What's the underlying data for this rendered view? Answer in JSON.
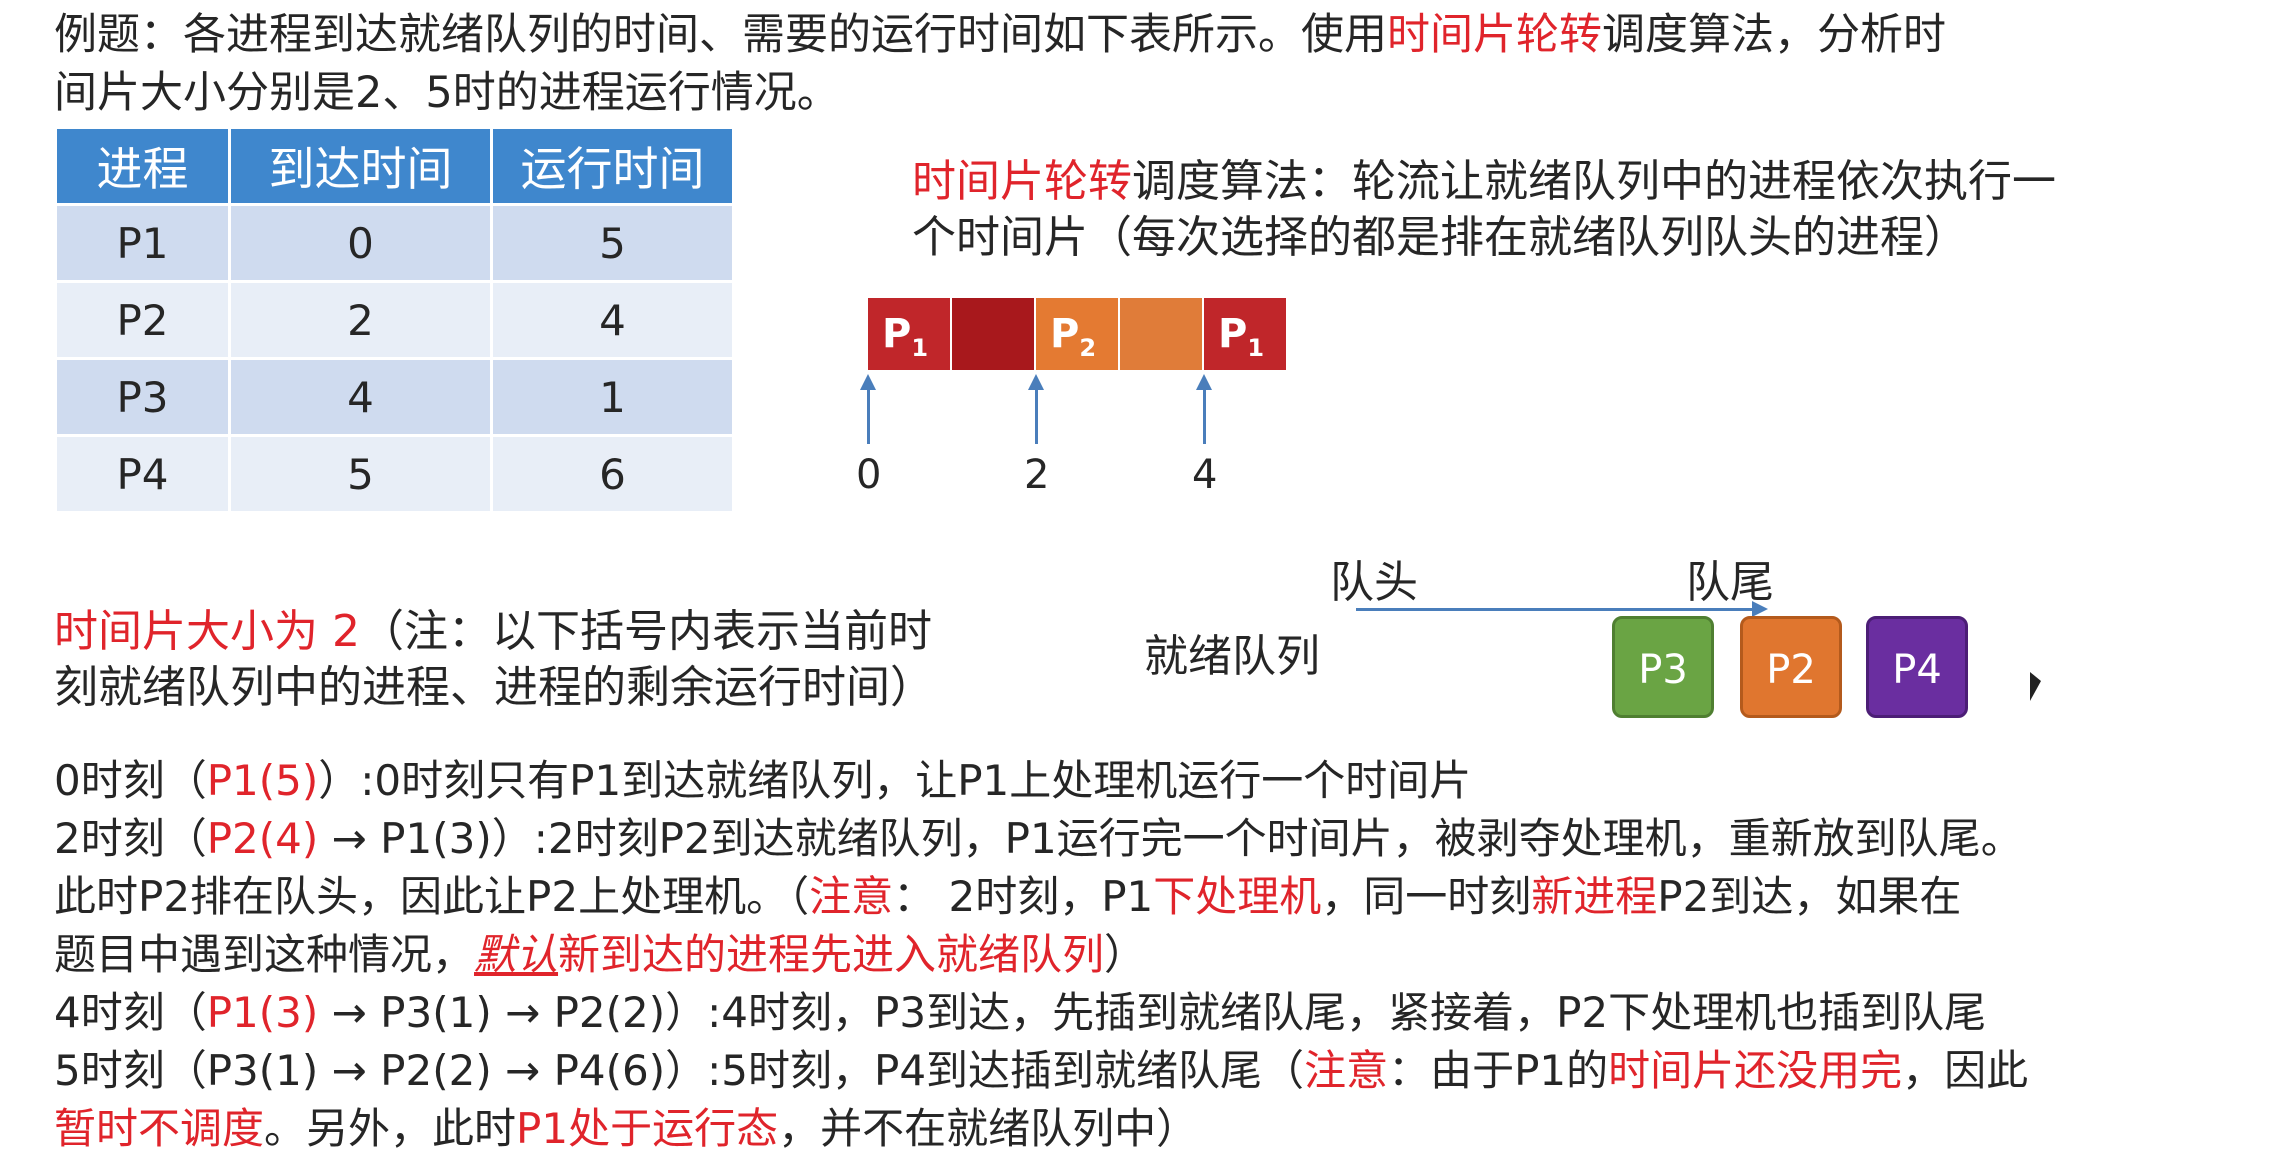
{
  "intro": {
    "l1_a": "例题：各进程到达就绪队列的时间、需要的运行时间如下表所示。使用",
    "l1_red": "时间片轮转",
    "l1_b": "调度算法，分析时",
    "l2": "间片大小分别是2、5时的进程运行情况。"
  },
  "table": {
    "headers": [
      "进程",
      "到达时间",
      "运行时间"
    ],
    "rows": [
      [
        "P1",
        "0",
        "5"
      ],
      [
        "P2",
        "2",
        "4"
      ],
      [
        "P3",
        "4",
        "1"
      ],
      [
        "P4",
        "5",
        "6"
      ]
    ]
  },
  "description": {
    "red": "时间片轮转",
    "l1_rest": "调度算法：轮流让就绪队列中的进程依次执行一",
    "l2": "个时间片（每次选择的都是排在就绪队列队头的进程）"
  },
  "gantt": {
    "segments": [
      {
        "label": "P",
        "sub": "1",
        "start": 0,
        "end": 1,
        "color": "#c0262a"
      },
      {
        "label": "",
        "sub": "",
        "start": 1,
        "end": 2,
        "color": "#a8181c"
      },
      {
        "label": "P",
        "sub": "2",
        "start": 2,
        "end": 3,
        "color": "#e47a32"
      },
      {
        "label": "",
        "sub": "",
        "start": 3,
        "end": 4,
        "color": "#e07c39"
      },
      {
        "label": "P",
        "sub": "1",
        "start": 4,
        "end": 5,
        "color": "#c0262a"
      }
    ],
    "ticks": [
      {
        "value": 0,
        "label": "0"
      },
      {
        "value": 2,
        "label": "2"
      },
      {
        "value": 4,
        "label": "4"
      }
    ]
  },
  "queue": {
    "head_label": "队头",
    "tail_label": "队尾",
    "name": "就绪队列",
    "items": [
      {
        "label": "P3",
        "color": "#6aa444",
        "border": "#4f7f31"
      },
      {
        "label": "P2",
        "color": "#e0762f",
        "border": "#b45a1c"
      },
      {
        "label": "P4",
        "color": "#6a2ea0",
        "border": "#4c1e76"
      }
    ]
  },
  "note": {
    "red": "时间片大小为 2",
    "rest1": "（注：以下括号内表示当前时",
    "l2": "刻就绪队列中的进程、进程的剩余运行时间）"
  },
  "steps": {
    "s0_a": "0时刻（",
    "s0_red": "P1(5)",
    "s0_b": "）:0时刻只有P1到达就绪队列，让P1上处理机运行一个时间片",
    "s1_a": "2时刻（",
    "s1_red": "P2(4)",
    "s1_b": " → P1(3)）:2时刻P2到达就绪队列，P1运行完一个时间片，被剥夺处理机，重新放到队尾。",
    "s2_a": "此时P2排在队头，因此让P2上处理机。（",
    "s2_red1": "注意",
    "s2_b": "： 2时刻，P1",
    "s2_red2": "下处理机",
    "s2_c": "，同一时刻",
    "s2_red3": "新进程",
    "s2_d": "P2到达，如果在",
    "s3_a": "题目中遇到这种情况，",
    "s3_red_ital": "默认",
    "s3_red": "新到达的进程先进入就绪队列",
    "s3_b": "）",
    "s4_a": "4时刻（",
    "s4_red": "P1(3)",
    "s4_b": " → P3(1) → P2(2)）:4时刻，P3到达，先插到就绪队尾，紧接着，P2下处理机也插到队尾",
    "s5_a": "5时刻（P3(1) → P2(2) → P4(6)）:5时刻，P4到达插到就绪队尾（",
    "s5_red1": "注意",
    "s5_b": "：由于P1的",
    "s5_red2": "时间片还没用完",
    "s5_c": "，因此",
    "s6_red1": "暂时不调度",
    "s6_a": "。另外，此时",
    "s6_red2": "P1处于运行态",
    "s6_b": "，并不在就绪队列中）"
  }
}
